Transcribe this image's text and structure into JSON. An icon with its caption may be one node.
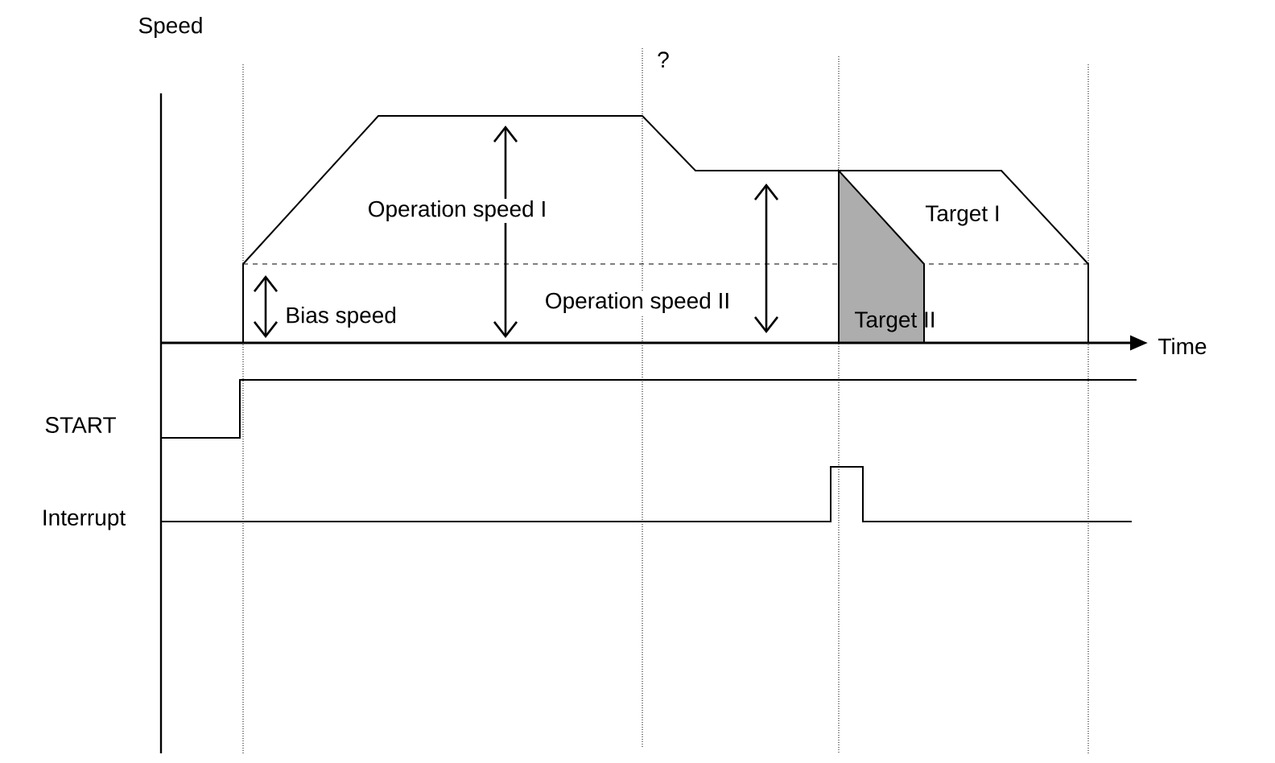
{
  "diagram": {
    "labels": [
      "Speed",
      "?",
      "Operation speed I",
      "Target I",
      "Bias speed",
      "Operation speed II",
      "Target II",
      "Time",
      "START",
      "Interrupt"
    ]
  }
}
